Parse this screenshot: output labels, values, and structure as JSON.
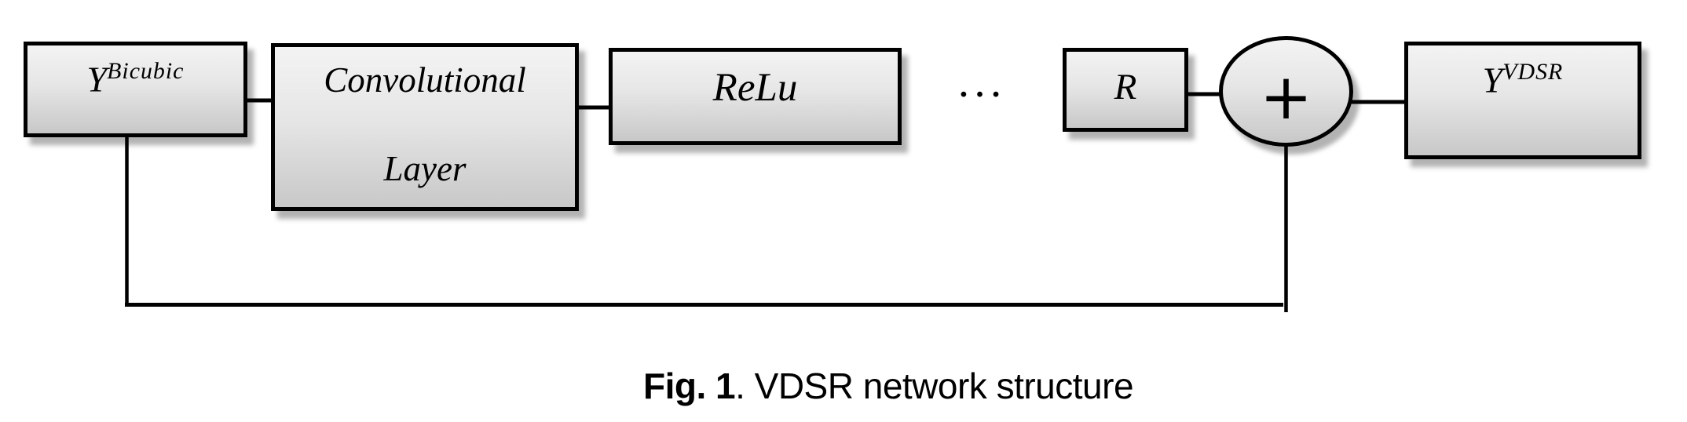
{
  "caption": {
    "bold": "Fig. 1",
    "rest": ". VDSR network structure"
  },
  "nodes": {
    "input": {
      "base": "Y",
      "sup": "Bicubic"
    },
    "conv": {
      "line1": "Convolutional",
      "line2": "Layer"
    },
    "relu": {
      "label": "ReLu"
    },
    "ellipsis": {
      "label": "•••"
    },
    "residual": {
      "label": "R"
    },
    "sum": {
      "label": "+"
    },
    "output": {
      "base": "Y",
      "sup": "VDSR"
    }
  },
  "colors": {
    "background": "#ffffff",
    "box_border": "#000000",
    "box_fill_top": "#f3f3f3",
    "box_fill_bottom": "#c8c8c8",
    "line": "#000000",
    "text": "#000000"
  }
}
